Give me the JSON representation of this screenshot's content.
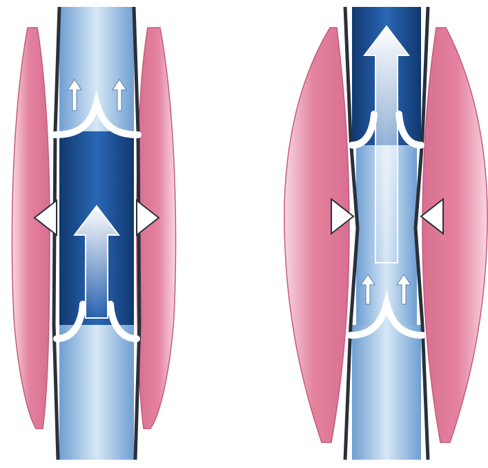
{
  "diagram": {
    "panels": [
      {
        "state": "relaxed-muscles",
        "vein_valves": [
          "upper-valve-closed",
          "lower-valve-open"
        ],
        "muscle_arrows": "outward",
        "blood_flow": "upward"
      },
      {
        "state": "contracted-muscles",
        "vein_valves": [
          "upper-valve-open",
          "lower-valve-closed"
        ],
        "muscle_arrows": "inward",
        "blood_flow": "upward"
      }
    ],
    "colors": {
      "muscle": "#e4829f",
      "muscle_light": "#f4c3d3",
      "vein_dark": "#1a4f9a",
      "vein_light": "#a9cbe8",
      "outline": "#2b2f3a",
      "arrow": "#ffffff"
    }
  }
}
